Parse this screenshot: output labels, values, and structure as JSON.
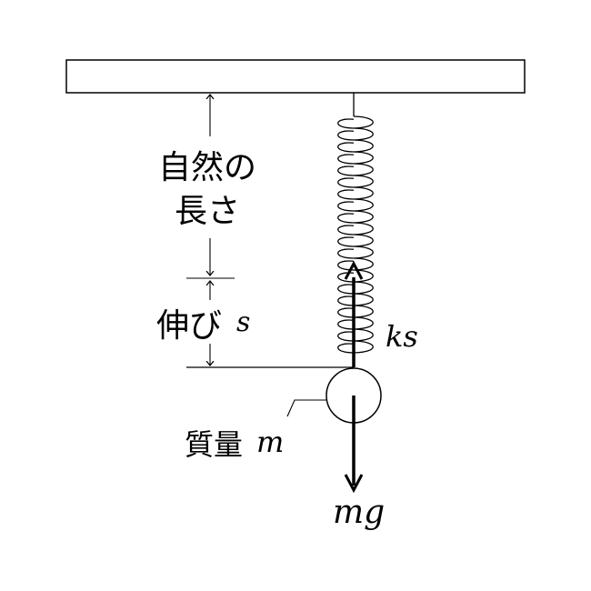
{
  "labels": {
    "natural_length_line1": "自然の",
    "natural_length_line2": "長さ",
    "extension": "伸び",
    "extension_symbol": "s",
    "mass": "質量",
    "mass_symbol": "m",
    "spring_force": "ks",
    "gravity_force": "mg"
  },
  "colors": {
    "ink": "#000000",
    "background": "#ffffff"
  }
}
